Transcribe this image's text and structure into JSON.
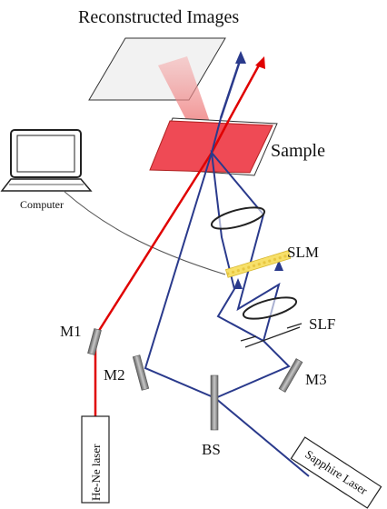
{
  "labels": {
    "reconstructed_images": "Reconstructed Images",
    "sample": "Sample",
    "computer": "Computer",
    "slm": "SLM",
    "slf": "SLF",
    "m1": "M1",
    "m2": "M2",
    "m3": "M3",
    "bs": "BS",
    "he_ne_laser": "He-Ne laser",
    "sapphire_laser": "Sapphire Laser"
  },
  "colors": {
    "he_ne_beam": "#e00000",
    "sapphire_beam": "#2a3a8c",
    "sample_fill": "#ef4a55",
    "reconstruction_cone": "#f0a0a0",
    "slm_fill": "#f7e06a",
    "mirror_gray": "#8a8a8a"
  }
}
